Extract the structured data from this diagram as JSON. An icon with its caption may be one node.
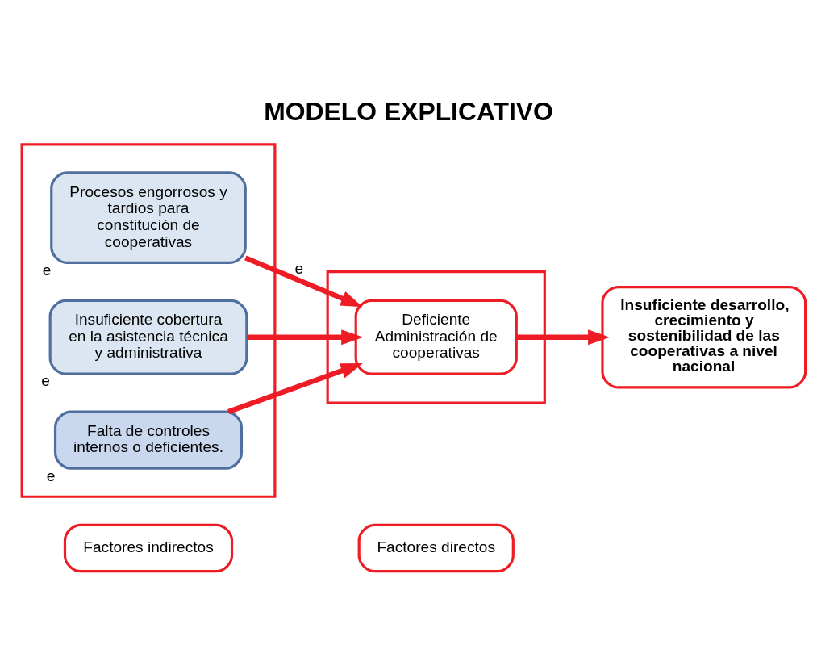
{
  "diagram": {
    "title": "MODELO EXPLICATIVO",
    "nodes": [
      {
        "text": [
          "Factores indirectos"
        ]
      },
      {
        "text": [
          "Factores directos"
        ]
      },
      {
        "text": [],
        "shape": "box"
      },
      {
        "text": [
          "Procesos engorrosos y tardios para constitución de cooperativas"
        ],
        "in": 2,
        "beside": [
          "e"
        ]
      },
      {
        "text": [
          "Insuficiente cobertura en la asistencia técnica y administrativa"
        ],
        "in": 2,
        "beside": [
          "e"
        ]
      },
      {
        "text": [
          "Falta de controles internos o deficientes."
        ],
        "in": 2,
        "beside": [
          "e"
        ]
      },
      {
        "text": [],
        "shape": "box"
      },
      {
        "text": [
          "Deficiente Administración de cooperativas"
        ],
        "in": 6
      },
      {
        "text": [
          "Insuficiente desarrollo, crecimiento y sostenibilidad de las cooperativas a nivel nacional"
        ]
      }
    ],
    "edges": [
      {
        "from": 3,
        "to": 7,
        "arrow": "to",
        "label": "e"
      },
      {
        "from": 4,
        "to": 7,
        "arrow": "to"
      },
      {
        "from": 5,
        "to": 7,
        "arrow": "to"
      },
      {
        "from": 7,
        "to": 8,
        "arrow": "to"
      }
    ]
  }
}
